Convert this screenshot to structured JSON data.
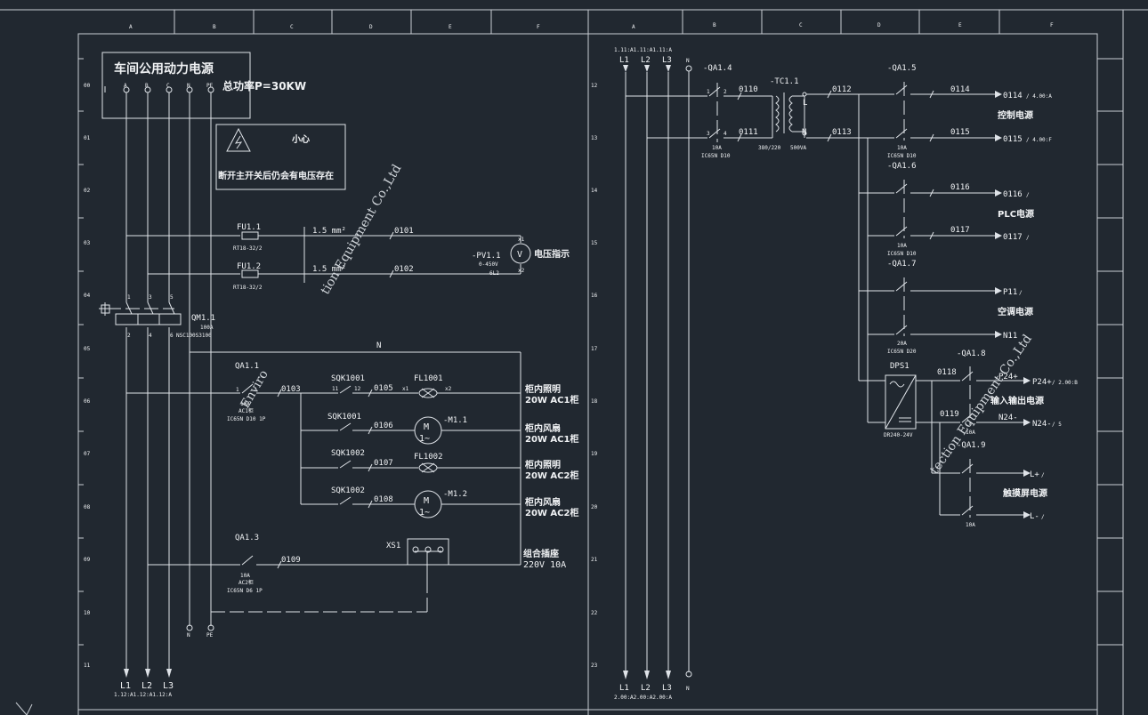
{
  "title_block": {
    "title": "车间公用动力电源",
    "power": "总功率P=30KW"
  },
  "warning": {
    "caption": "小心",
    "text": "断开主开关后仍会有电压存在"
  },
  "watermarks": [
    "tion Equipment Co.,Ltd",
    "Enviro",
    "tection Equipment Co.,Ltd"
  ],
  "column_labels_left": [
    "A",
    "B",
    "C",
    "D",
    "E",
    "F"
  ],
  "column_labels_right": [
    "A",
    "B",
    "C",
    "D",
    "E",
    "F"
  ],
  "row_labels_left": [
    "00",
    "01",
    "02",
    "03",
    "04",
    "05",
    "06",
    "07",
    "08",
    "09",
    "10",
    "11"
  ],
  "row_labels_right": [
    "12",
    "13",
    "14",
    "15",
    "16",
    "17",
    "18",
    "19",
    "20",
    "21",
    "22",
    "23"
  ],
  "main_phases": {
    "bus_labels": [
      "A",
      "B",
      "C",
      "N",
      "PE"
    ],
    "bottom_labels": [
      "L1",
      "L2",
      "L3"
    ],
    "bottom_ref": "1.12:A1.12:A1.12:A",
    "bottom_n": "N",
    "bottom_pe": "PE"
  },
  "fuses": [
    {
      "tag": "FU1.1",
      "model": "RT18-32/2",
      "wire": "1.5 mm²",
      "net": "0101"
    },
    {
      "tag": "FU1.2",
      "model": "RT18-32/2",
      "wire": "1.5 mm²",
      "net": "0102"
    }
  ],
  "voltmeter": {
    "tag": "-PV1.1",
    "range": "0-450V",
    "model": "6L2",
    "label": "电压指示",
    "term1": "x1",
    "term2": "x2"
  },
  "main_breaker": {
    "tag": "QM1.1",
    "rating": "100A",
    "model": "NSC100S3100",
    "poles": [
      "1",
      "3",
      "5"
    ],
    "poles_out": [
      "2",
      "4",
      "6"
    ]
  },
  "qa11": {
    "tag": "QA1.1",
    "rating": "10A",
    "usage": "AC1柜",
    "model": "IC65N D10 1P",
    "net": "0103"
  },
  "qa13": {
    "tag": "QA1.3",
    "rating": "10A",
    "usage": "AC2柜",
    "model": "IC65N D6 1P",
    "net": "0109"
  },
  "neutral_label": "N",
  "branches": [
    {
      "switch": "SQK1001",
      "net": "0105",
      "load": "FL1001",
      "kind": "lamp",
      "label1": "柜内照明",
      "label2": "20W AC1柜"
    },
    {
      "switch": "SQK1001",
      "net": "0106",
      "load": "-M1.1",
      "kind": "fan",
      "label1": "柜内风扇",
      "label2": "20W AC1柜"
    },
    {
      "switch": "SQK1002",
      "net": "0107",
      "load": "FL1002",
      "kind": "lamp",
      "label1": "柜内照明",
      "label2": "20W AC2柜"
    },
    {
      "switch": "SQK1002",
      "net": "0108",
      "load": "-M1.2",
      "kind": "fan",
      "label1": "柜内风扇",
      "label2": "20W AC2柜"
    }
  ],
  "socket": {
    "tag": "XS1",
    "label1": "组合插座",
    "label2": "220V 10A"
  },
  "right_top": {
    "ref": "1.11:A1.11:A1.11:A",
    "phases": [
      "L1",
      "L2",
      "L3",
      "N"
    ],
    "bottom_phases": [
      "L1",
      "L2",
      "L3",
      "N"
    ],
    "bottom_ref": "2.00:A2.00:A2.00:A"
  },
  "qa14": {
    "tag": "-QA1.4",
    "rating": "10A",
    "model": "IC65N D10",
    "net1": "0110",
    "net2": "0111"
  },
  "transformer": {
    "tag": "-TC1.1",
    "ratio": "380/220",
    "va": "500VA",
    "l": "L",
    "n": "N",
    "net1": "0112",
    "net2": "0113"
  },
  "right_breakers": [
    {
      "tag": "-QA1.5",
      "rating": "10A",
      "model": "IC65N D10",
      "net1": "0114",
      "net2": "0115",
      "out1": "0114",
      "ref1": "/ 4.00:A",
      "out2": "0115",
      "ref2": "/ 4.00:F",
      "label": "控制电源"
    },
    {
      "tag": "-QA1.6",
      "rating": "10A",
      "model": "IC65N D10",
      "net1": "0116",
      "net2": "0117",
      "out1": "0116",
      "ref1": "/",
      "out2": "0117",
      "ref2": "/",
      "label": "PLC电源"
    },
    {
      "tag": "-QA1.7",
      "rating": "20A",
      "model": "IC65N D20",
      "net1": "",
      "net2": "",
      "out1": "P11",
      "ref1": "/",
      "out2": "N11",
      "ref2": "",
      "label": "空调电源"
    }
  ],
  "power_supply": {
    "tag": "DPS1",
    "model": "DR240-24V",
    "net1": "0118",
    "net2": "0119"
  },
  "dc_breakers": [
    {
      "tag": "-QA1.8",
      "rating": "10A",
      "out1": "P24+",
      "ref1": "/ 2.00:B",
      "out2": "N24-",
      "ref2": "/ 5",
      "label": "输入输出电源"
    },
    {
      "tag": "-QA1.9",
      "rating": "10A",
      "out1": "L+",
      "ref1": "/",
      "out2": "L-",
      "ref2": "/",
      "label": "触摸屏电源"
    }
  ],
  "pole_numbers": {
    "a": "1",
    "b": "2",
    "c": "3",
    "d": "4"
  },
  "colors": {
    "background": "#212830",
    "line": "#dfe3e8"
  }
}
